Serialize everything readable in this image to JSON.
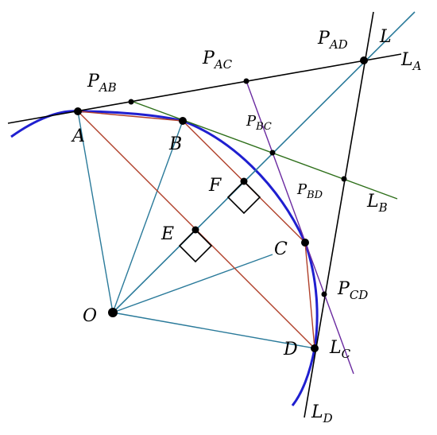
{
  "colors": {
    "arc": "#1f1fd0",
    "tangent": "#000000",
    "green_line": "#2e6f1a",
    "purple_line": "#6a2aa0",
    "teal_line": "#2a7a9a",
    "red_chord": "#b0402a"
  },
  "labels": {
    "A": "A",
    "B": "B",
    "C": "C",
    "D": "D",
    "E": "E",
    "F": "F",
    "O": "O",
    "P_AB": {
      "main": "P",
      "sub": "AB"
    },
    "P_AC": {
      "main": "P",
      "sub": "AC"
    },
    "P_AD": {
      "main": "P",
      "sub": "AD"
    },
    "P_BC": {
      "main": "P",
      "sub": "BC"
    },
    "P_BD": {
      "main": "P",
      "sub": "BD"
    },
    "P_CD": {
      "main": "P",
      "sub": "CD"
    },
    "L": "L",
    "L_A": {
      "main": "L",
      "sub": "A"
    },
    "L_B": {
      "main": "L",
      "sub": "B"
    },
    "L_C": {
      "main": "L",
      "sub": "C"
    },
    "L_D": {
      "main": "L",
      "sub": "D"
    }
  }
}
